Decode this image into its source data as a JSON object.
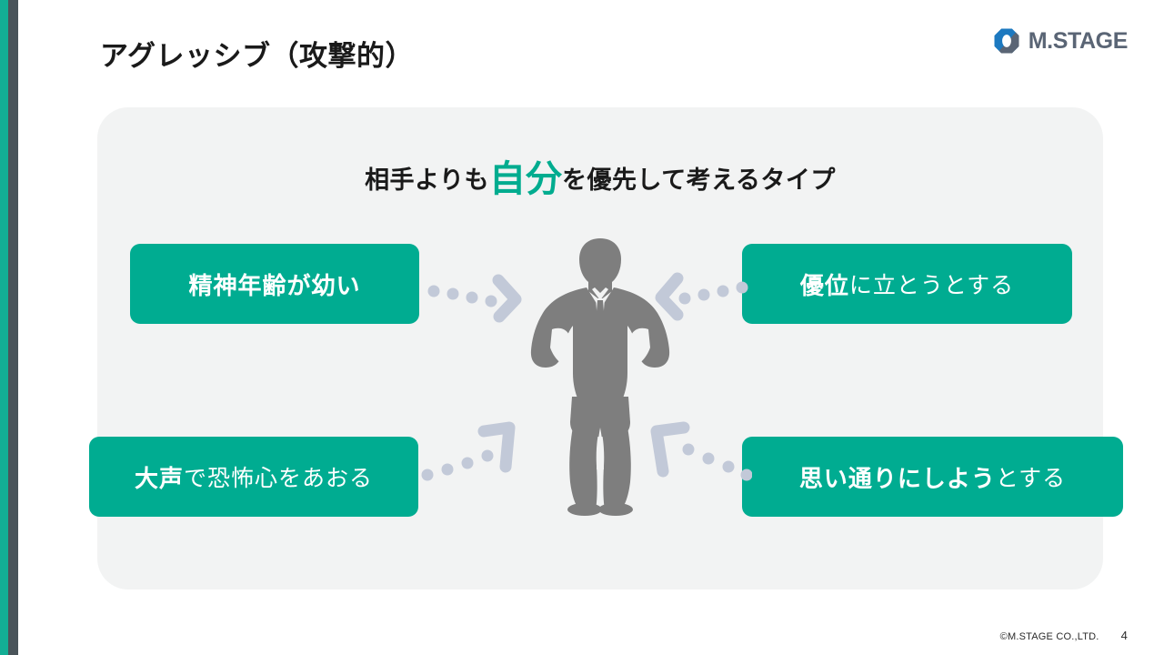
{
  "brand": {
    "accent_teal": "#00AC91",
    "stripe_teal": "#13AE95",
    "stripe_dark": "#4A545A",
    "panel_bg": "#F2F3F3",
    "connector_color": "#C2C9D8",
    "silhouette_color": "#7E7E7E",
    "logo_blue": "#1C79C0",
    "logo_gray": "#5A6575"
  },
  "header": {
    "title": "アグレッシブ（攻撃的）",
    "logo_text": "M.STAGE",
    "logo_icon": "octagon-logo-icon"
  },
  "main": {
    "headline": {
      "before": "相手よりも",
      "emphasis": "自分",
      "after": "を優先して考えるタイプ"
    },
    "traits": [
      {
        "id": "top-left",
        "strong": "精神年齢が幼い",
        "light": ""
      },
      {
        "id": "top-right",
        "strong": "優位",
        "light": "に立とうとする"
      },
      {
        "id": "bottom-left",
        "strong": "大声",
        "light": "で恐怖心をあおる"
      },
      {
        "id": "bottom-right",
        "strong": "思い通りにしよう",
        "light": "とする"
      }
    ],
    "center_figure": "aggressive-man-silhouette",
    "connectors": [
      {
        "id": "top-left-connector",
        "icon": "chevron-right-dotted-icon"
      },
      {
        "id": "top-right-connector",
        "icon": "chevron-left-dotted-icon"
      },
      {
        "id": "bottom-left-connector",
        "icon": "chevron-up-right-dotted-icon"
      },
      {
        "id": "bottom-right-connector",
        "icon": "chevron-up-left-dotted-icon"
      }
    ]
  },
  "footer": {
    "copyright": "©M.STAGE CO.,LTD.",
    "page_number": "4"
  }
}
